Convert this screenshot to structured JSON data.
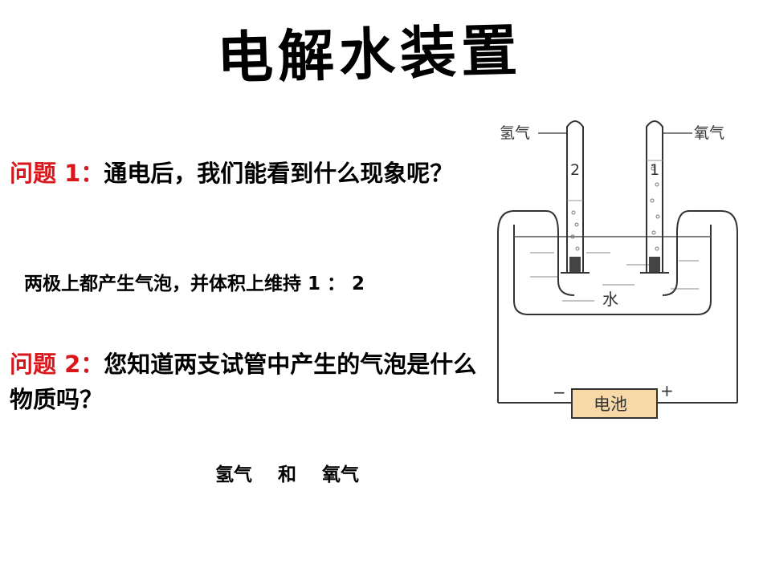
{
  "title": "电解水装置",
  "question1": {
    "label": "问题 1：",
    "text": "通电后，我们能看到什么现象呢？"
  },
  "answer1": "两极上都产生气泡，并体积上维持 1 ： 2",
  "question2": {
    "label": "问题 2：",
    "text": "您知道两支试管中产生的气泡是什么物质吗？"
  },
  "answer2": "氢气    和    氧气",
  "diagram": {
    "left_gas": "氢气",
    "right_gas": "氧气",
    "tube_left_number": "2",
    "tube_right_number": "1",
    "water_label": "水",
    "battery_label": "电池",
    "minus_sign": "−",
    "plus_sign": "+"
  },
  "colors": {
    "question_label": "#d9161b",
    "battery_fill": "#f6d9a6"
  }
}
